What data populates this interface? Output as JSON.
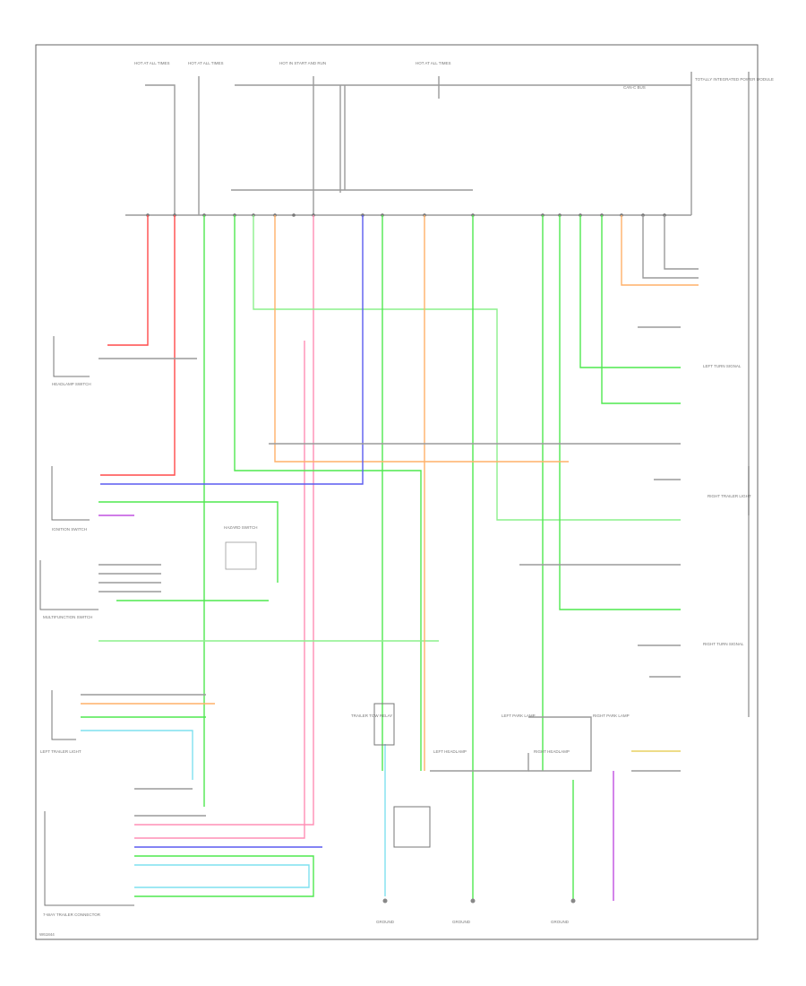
{
  "diagram_id": "W61844",
  "colors": {
    "red": "#ff4a4a",
    "pink": "#ff8fb5",
    "green": "#4fe84f",
    "light_green": "#8cf08c",
    "orange": "#ffb069",
    "blue": "#5a5af0",
    "violet": "#c050e0",
    "cyan": "#7fe0ef",
    "yellow": "#e8d060",
    "gray": "#9a9a9a",
    "frame": "#666666"
  },
  "labels": {
    "top_left_1": "HOT AT ALL TIMES",
    "top_left_2": "HOT AT ALL TIMES",
    "top_center": "HOT IN START AND RUN",
    "top_right": "HOT AT ALL TIMES",
    "can_bus": "CAN-C BUS",
    "body_module": "TOTALLY INTEGRATED POWER MODULE",
    "headlamp_switch": "HEADLAMP SWITCH",
    "ignition_switch": "IGNITION SWITCH",
    "multifunction_switch": "MULTIFUNCTION SWITCH",
    "left_trailer_light": "LEFT TRAILER LIGHT",
    "right_trailer_light": "RIGHT TRAILER LIGHT",
    "left_turn_signal": "LEFT TURN SIGNAL",
    "right_turn_signal": "RIGHT TURN SIGNAL",
    "trailer_tow_relay": "TRAILER TOW RELAY",
    "trailer_connector": "7-WAY TRAILER CONNECTOR",
    "ground_left": "GROUND",
    "ground_center": "GROUND",
    "ground_right": "GROUND",
    "left_park_lamp": "LEFT PARK LAMP",
    "right_park_lamp": "RIGHT PARK LAMP",
    "left_headlamp": "LEFT HEADLAMP",
    "right_headlamp": "RIGHT HEADLAMP",
    "hazard_switch": "HAZARD SWITCH"
  }
}
